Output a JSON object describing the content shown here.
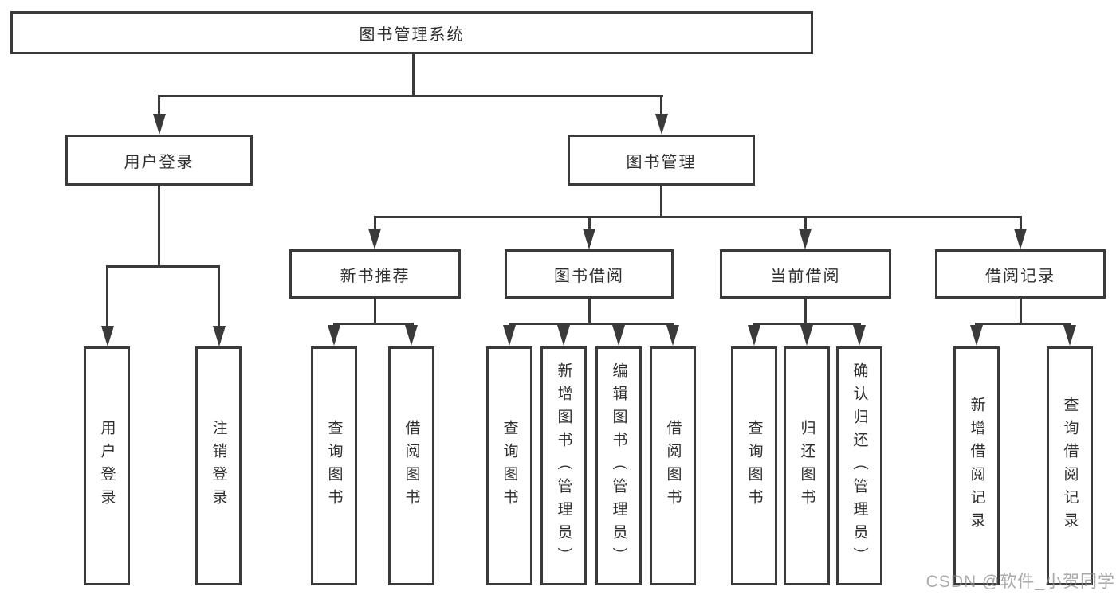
{
  "title": "图书管理系统",
  "watermark": "CSDN @软件_小贺同学",
  "nodes": {
    "l2": [
      {
        "label": "用户登录"
      },
      {
        "label": "图书管理"
      }
    ],
    "l3": [
      {
        "label": "新书推荐",
        "parent": "图书管理"
      },
      {
        "label": "图书借阅",
        "parent": "图书管理"
      },
      {
        "label": "当前借阅",
        "parent": "图书管理"
      },
      {
        "label": "借阅记录",
        "parent": "图书管理"
      }
    ],
    "leaves": [
      {
        "label": "用户登录",
        "parent": "用户登录"
      },
      {
        "label": "注销登录",
        "parent": "用户登录"
      },
      {
        "label": "查询图书",
        "parent": "新书推荐"
      },
      {
        "label": "借阅图书",
        "parent": "新书推荐"
      },
      {
        "label": "查询图书",
        "parent": "图书借阅"
      },
      {
        "label": "新增图书（管理员）",
        "parent": "图书借阅"
      },
      {
        "label": "编辑图书（管理员）",
        "parent": "图书借阅"
      },
      {
        "label": "借阅图书",
        "parent": "图书借阅"
      },
      {
        "label": "查询图书",
        "parent": "当前借阅"
      },
      {
        "label": "归还图书",
        "parent": "当前借阅"
      },
      {
        "label": "确认归还（管理员）",
        "parent": "当前借阅"
      },
      {
        "label": "新增借阅记录",
        "parent": "借阅记录"
      },
      {
        "label": "查询借阅记录",
        "parent": "借阅记录"
      }
    ]
  },
  "colors": {
    "line": "#3a3a3a",
    "text": "#2f2f2f",
    "watermark": "#8c8c8c",
    "background": "#ffffff"
  }
}
